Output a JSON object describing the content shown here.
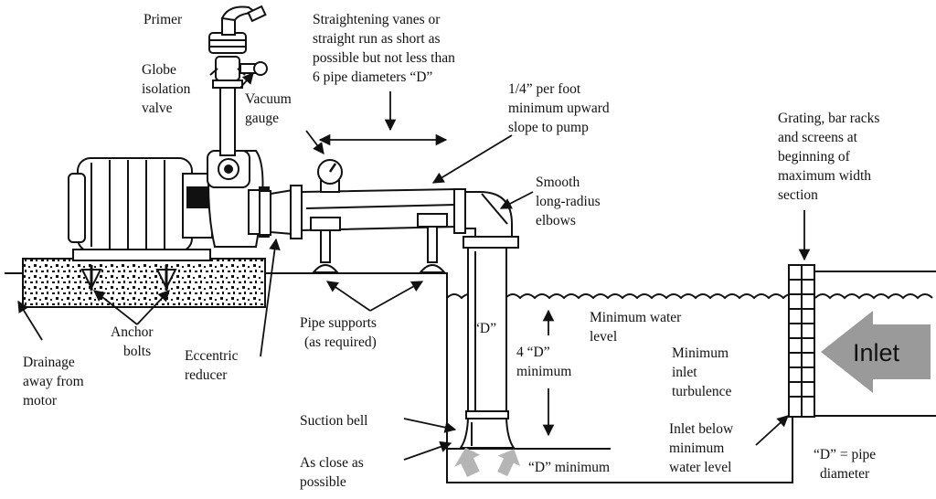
{
  "labels": {
    "primer": "Primer",
    "globe_valve": [
      "Globe",
      "isolation",
      "valve"
    ],
    "vacuum_gauge": [
      "Vacuum",
      "gauge"
    ],
    "straightening": [
      "Straightening vanes or",
      "straight run as short as",
      "possible but not less than",
      "6 pipe diameters “D”"
    ],
    "slope": [
      "1/4” per foot",
      "minimum upward",
      "slope to pump"
    ],
    "grating": [
      "Grating, bar racks",
      "and screens at",
      "beginning of",
      "maximum width",
      "section"
    ],
    "elbows": [
      "Smooth",
      "long-radius",
      "elbows"
    ],
    "pipe_d": "“D”",
    "min_water": [
      "Minimum water",
      "level"
    ],
    "four_d": [
      "4 “D”",
      "minimum"
    ],
    "turbulence": [
      "Minimum",
      "inlet",
      "turbulence"
    ],
    "inlet": "Inlet",
    "pipe_supports": [
      "Pipe supports",
      "(as required)"
    ],
    "anchor_bolts": [
      "Anchor",
      "bolts"
    ],
    "drainage": [
      "Drainage",
      "away from",
      "motor"
    ],
    "eccentric": [
      "Eccentric",
      "reducer"
    ],
    "suction_bell": "Suction bell",
    "close": [
      "As  close as",
      "possible"
    ],
    "d_min": "“D” minimum",
    "inlet_below": [
      "Inlet below",
      "minimum",
      "water level"
    ],
    "d_equals": [
      "“D” = pipe",
      "diameter"
    ]
  },
  "colors": {
    "ink": "#111111",
    "inlet_arrow": "#9a9a9a",
    "flow_arrows": "#b5b5b5"
  }
}
